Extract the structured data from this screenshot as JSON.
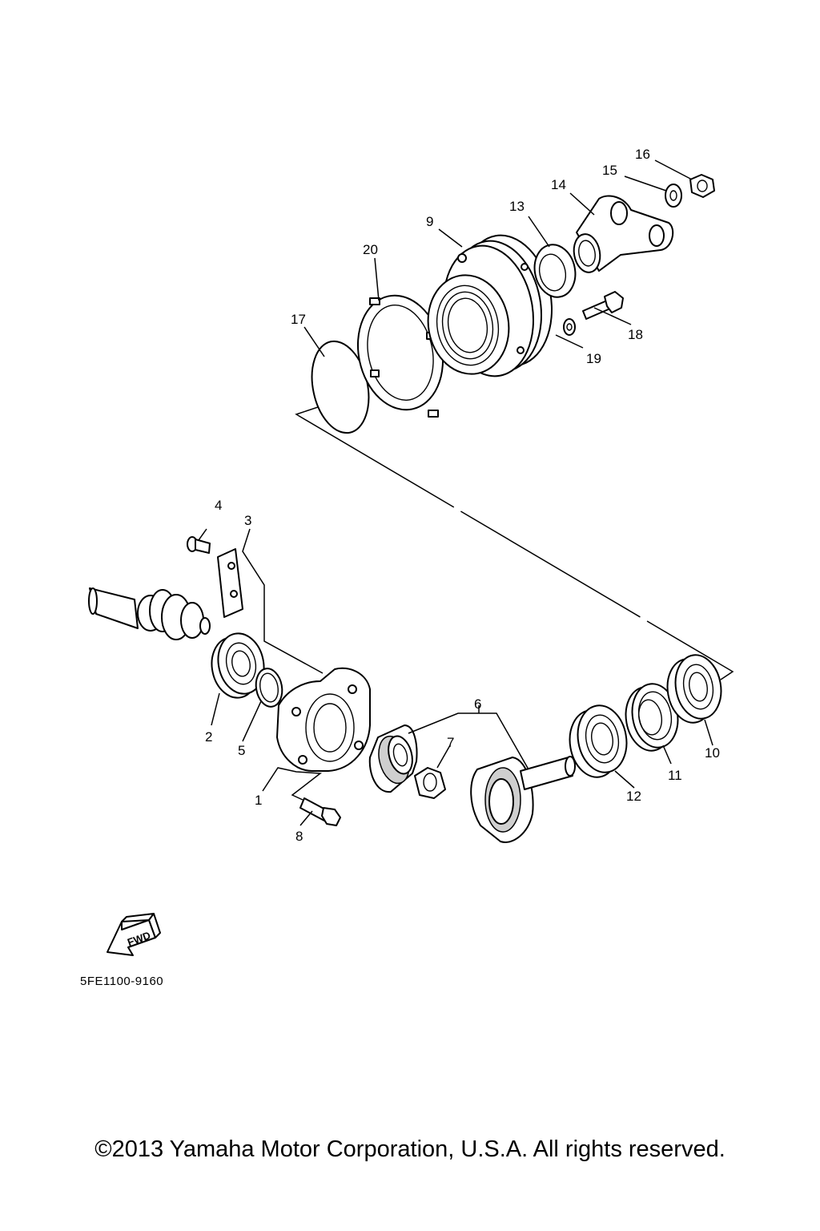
{
  "callouts": {
    "p1": "1",
    "p2": "2",
    "p3": "3",
    "p4": "4",
    "p5": "5",
    "p6": "6",
    "p7": "7",
    "p8": "8",
    "p9": "9",
    "p10": "10",
    "p11": "11",
    "p12": "12",
    "p13": "13",
    "p14": "14",
    "p15": "15",
    "p16": "16",
    "p17": "17",
    "p18": "18",
    "p19": "19",
    "p20": "20"
  },
  "fwd_label": "FWD",
  "diagram_code": "5FE1100-9160",
  "copyright": "©2013 Yamaha Motor Corporation, U.S.A. All rights reserved."
}
